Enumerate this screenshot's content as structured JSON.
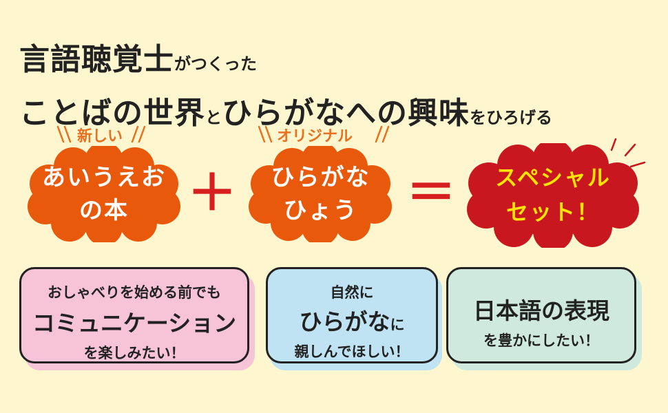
{
  "headline": {
    "line1_big": "言語聴覚士",
    "line1_small": "がつくった",
    "line2_a": "ことばの世界",
    "line2_b": "と",
    "line2_c": "ひらがなへの興味",
    "line2_d": "をひろげる"
  },
  "tags": {
    "left": "新しい",
    "middle": "オリジナル"
  },
  "clouds": {
    "left": {
      "line1": "あいうえお",
      "line2": "の本",
      "color": "#e8590c"
    },
    "middle": {
      "line1": "ひらがな",
      "line2": "ひょう",
      "color": "#e8590c"
    },
    "right": {
      "line1": "スペシャル",
      "line2": "セット！",
      "color": "#c8171e",
      "text_color": "#ffe400"
    }
  },
  "operators": {
    "plus": "＋",
    "equals": "＝",
    "color": "#d81f1f"
  },
  "boxes": {
    "pink": {
      "l1": "おしゃべりを始める前でも",
      "l2": "コミュニケーション",
      "l3": "を楽しみたい！",
      "color": "#f6c3d7"
    },
    "blue": {
      "l1": "自然に",
      "l2a": "ひらがな",
      "l2b": "に",
      "l3": "親しんでほしい！",
      "color": "#bfe3f2"
    },
    "green": {
      "l1": "日本語の表現",
      "l2": "を豊かにしたい！",
      "color": "#cfe9df"
    }
  }
}
